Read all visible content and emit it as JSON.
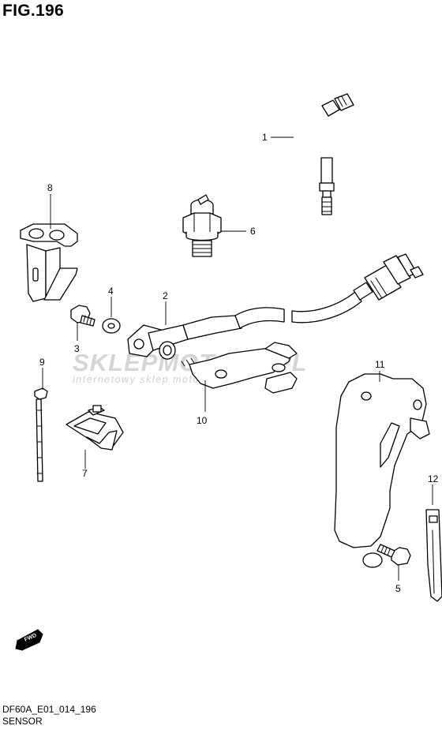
{
  "figure": {
    "title": "FIG.196",
    "model_code": "DF60A_E01_014_196",
    "section_name": "SENSOR"
  },
  "watermark": {
    "brand": "SKLEPMOTO4U.PL",
    "tagline": "internetowy sklep motocyklowy"
  },
  "fwd_badge": "FWD",
  "callouts": [
    {
      "id": "1",
      "label": "1"
    },
    {
      "id": "2",
      "label": "2"
    },
    {
      "id": "3",
      "label": "3"
    },
    {
      "id": "4",
      "label": "4"
    },
    {
      "id": "5",
      "label": "5"
    },
    {
      "id": "6",
      "label": "6"
    },
    {
      "id": "7",
      "label": "7"
    },
    {
      "id": "8",
      "label": "8"
    },
    {
      "id": "9",
      "label": "9"
    },
    {
      "id": "10",
      "label": "10"
    },
    {
      "id": "11",
      "label": "11"
    },
    {
      "id": "12",
      "label": "12"
    }
  ]
}
